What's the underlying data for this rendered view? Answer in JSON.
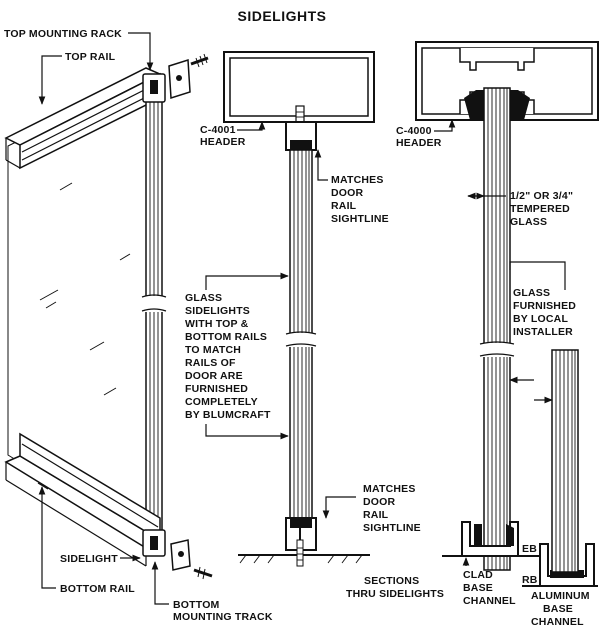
{
  "title": "SIDELIGHTS",
  "labels": {
    "top_mounting_rack": "TOP MOUNTING RACK",
    "top_rail": "TOP RAIL",
    "sidelight": "SIDELIGHT",
    "bottom_rail": "BOTTOM RAIL",
    "bottom_mounting_track_1": "BOTTOM",
    "bottom_mounting_track_2": "MOUNTING TRACK",
    "c4001_1": "C-4001",
    "c4001_2": "HEADER",
    "matches_top": [
      "MATCHES",
      "DOOR",
      "RAIL",
      "SIGHTLINE"
    ],
    "glass_sidelights": [
      "GLASS",
      "SIDELIGHTS",
      "WITH TOP &",
      "BOTTOM RAILS",
      "TO MATCH",
      "RAILS OF",
      "DOOR ARE",
      "FURNISHED",
      "COMPLETELY",
      "BY BLUMCRAFT"
    ],
    "matches_bottom": [
      "MATCHES",
      "DOOR",
      "RAIL",
      "SIGHTLINE"
    ],
    "sections_1": "SECTIONS",
    "sections_2": "THRU SIDELIGHTS",
    "c4000_1": "C-4000",
    "c4000_2": "HEADER",
    "tempered_glass": [
      "1/2\" OR 3/4\"",
      "TEMPERED",
      "GLASS"
    ],
    "glass_local": [
      "GLASS",
      "FURNISHED",
      "BY LOCAL",
      "INSTALLER"
    ],
    "eb": "EB",
    "rb": "RB",
    "clad_base": [
      "CLAD",
      "BASE",
      "CHANNEL"
    ],
    "aluminum_base": [
      "ALUMINUM",
      "BASE",
      "CHANNEL"
    ]
  }
}
